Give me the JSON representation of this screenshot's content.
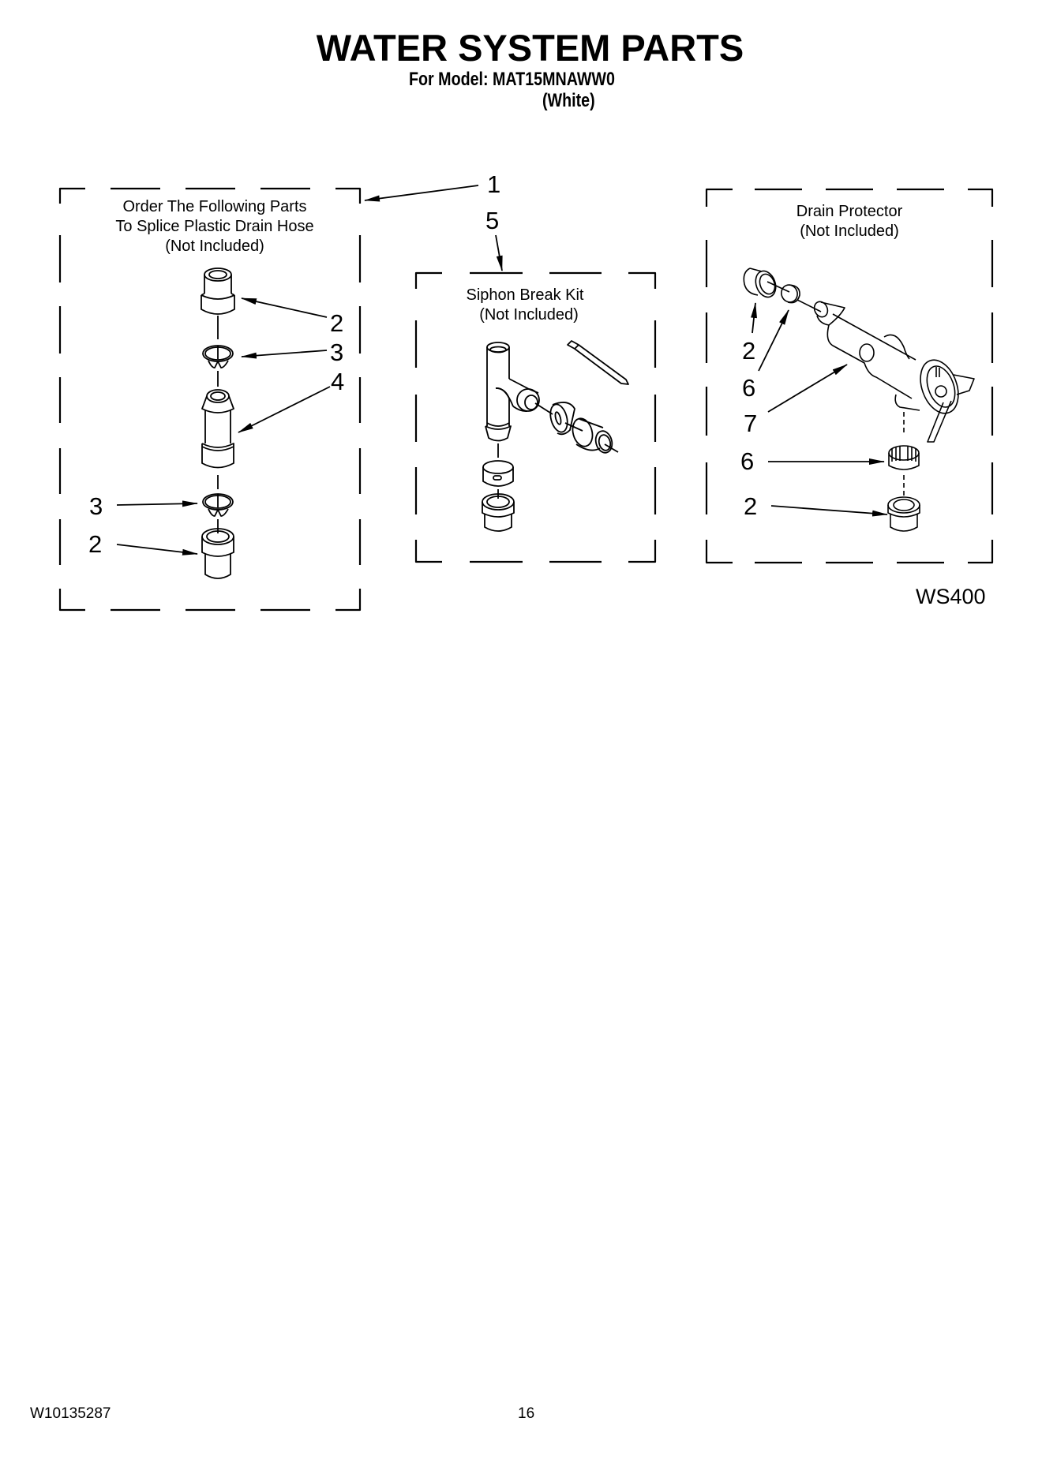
{
  "header": {
    "title": "WATER SYSTEM PARTS",
    "model_line": "For Model: MAT15MNAWW0",
    "color_line": "(White)"
  },
  "groups": [
    {
      "id": "splice-kit",
      "label_lines": [
        "Order The Following Parts",
        "To Splice Plastic Drain Hose",
        "(Not Included)"
      ],
      "group_callout": "1",
      "parts": [
        {
          "callout": "2",
          "part": "hose connector (top)"
        },
        {
          "callout": "3",
          "part": "hose clamp (top)"
        },
        {
          "callout": "4",
          "part": "splice coupler"
        },
        {
          "callout": "3",
          "part": "hose clamp (bottom)"
        },
        {
          "callout": "2",
          "part": "hose connector (bottom)"
        }
      ]
    },
    {
      "id": "siphon-break-kit",
      "label_lines": [
        "Siphon Break Kit",
        "(Not Included)"
      ],
      "group_callout": "5",
      "parts": []
    },
    {
      "id": "drain-protector",
      "label_lines": [
        "Drain Protector",
        "(Not Included)"
      ],
      "parts": [
        {
          "callout": "2",
          "part": "hose connector (upper)"
        },
        {
          "callout": "6",
          "part": "clamp (upper)"
        },
        {
          "callout": "7",
          "part": "drain protector body"
        },
        {
          "callout": "6",
          "part": "clamp (lower)"
        },
        {
          "callout": "2",
          "part": "hose connector (lower)"
        }
      ]
    }
  ],
  "figure_code": "WS400",
  "footer": {
    "doc_number": "W10135287",
    "page_number": "16"
  }
}
